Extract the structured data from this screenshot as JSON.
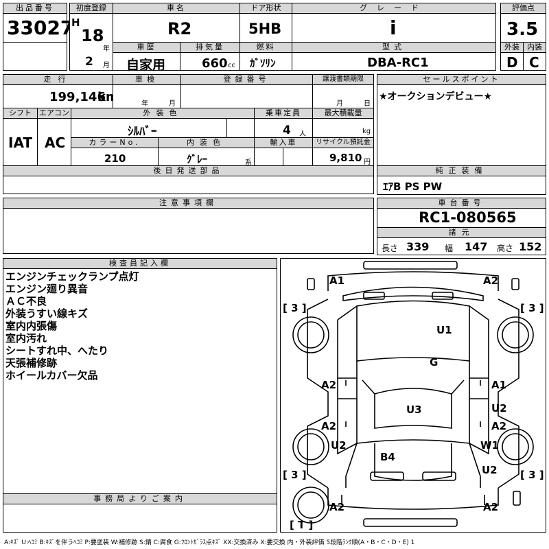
{
  "header": {
    "lot_no_label": "出品番号",
    "lot_no": "33027",
    "first_reg_label": "初度登録",
    "era": "H",
    "reg_year": "18",
    "year_unit": "年",
    "reg_month": "2",
    "month_unit": "月",
    "car_name_label": "車名",
    "car_name": "R2",
    "door_label": "ドア形状",
    "door": "5HB",
    "grade_label": "グレード",
    "grade": "i",
    "score_label": "評価点",
    "score": "3.5",
    "history_label": "車歴",
    "history": "自家用",
    "displacement_label": "排気量",
    "displacement": "660",
    "displacement_unit": "cc",
    "fuel_label": "燃料",
    "fuel": "ｶﾞｿﾘﾝ",
    "model_label": "型式",
    "model": "DBA-RC1",
    "ext_label": "外装",
    "ext_grade": "D",
    "int_label": "内装",
    "int_grade": "C"
  },
  "row2": {
    "mileage_label": "走行",
    "mileage": "199,146",
    "mileage_unit": "km",
    "inspection_label": "車検",
    "year_unit": "年",
    "month_unit": "月",
    "regno_label": "登録番号",
    "transfer_label": "譲渡書類期限",
    "day_unit": "日",
    "sales_label": "セールスポイント",
    "sales_text": "★オークションデビュー★"
  },
  "row3": {
    "shift_label": "シフト",
    "shift": "IAT",
    "ac_label": "エアコン",
    "ac": "AC",
    "ext_color_label": "外装色",
    "ext_color": "ｼﾙﾊﾞｰ",
    "capacity_label": "乗車定員",
    "capacity": "4",
    "capacity_unit": "人",
    "load_label": "最大積載量",
    "load_unit": "kg",
    "color_no_label": "カラーNo.",
    "color_no": "210",
    "int_color_label": "内装色",
    "int_color": "ｸﾞﾚｰ",
    "int_color_unit": "系",
    "import_label": "輸入車",
    "recycle_label": "リサイクル預託金",
    "recycle": "9,810",
    "recycle_unit": "円"
  },
  "row4": {
    "later_parts_label": "後日発送部品",
    "genuine_label": "純正装備",
    "genuine": "ｴｱB PS PW"
  },
  "row5": {
    "caution_label": "注意事項欄",
    "chassis_label": "車台番号",
    "chassis": "RC1-080565",
    "spec_label": "諸元",
    "length_label": "長さ",
    "length": "339",
    "width_label": "幅",
    "width": "147",
    "height_label": "高さ",
    "height": "152"
  },
  "inspector": {
    "label": "検査員記入欄",
    "notes": [
      "エンジンチェックランプ点灯",
      "エンジン廻り異音",
      "ＡＣ不良",
      "外装うすい線キズ",
      "室内内張傷",
      "室内汚れ",
      "シートすれ中、へたり",
      "天張補修跡",
      "ホイールカバー欠品"
    ]
  },
  "office": {
    "label": "事務局よりご案内"
  },
  "diagram": {
    "front_left": "A1",
    "front_right": "A2",
    "roof": "U1",
    "glass": "G",
    "left_front_door": "A2",
    "right_front_door": "A1",
    "right_front_door2": "U2",
    "left_rear_door": "A2",
    "right_rear_door": "A2",
    "left_rear_fender": "U2",
    "right_rear_fender": "W1",
    "right_quarter": "U2",
    "cabin": "U3",
    "rear_window": "B4",
    "rear_left": "A2",
    "rear_right": "A2",
    "tire_fl": "[ 3 ]",
    "tire_fr": "[ 3 ]",
    "tire_rl": "[ 3 ]",
    "tire_rr": "[ 3 ]",
    "spare": "[ T ]"
  },
  "legend": "A:ｷｽﾞ U:ﾍｺﾐ B:ｷｽﾞを伴うﾍｺﾐ P:要塗装 W:補修跡 S:錆 C:腐食 G:ﾌﾛﾝﾄｶﾞﾗｽ点ｷｽﾞ XX:交換済み X:要交換 内・外装評価 5段階ﾗﾝｸ順(A・B・C・D・E) 1"
}
